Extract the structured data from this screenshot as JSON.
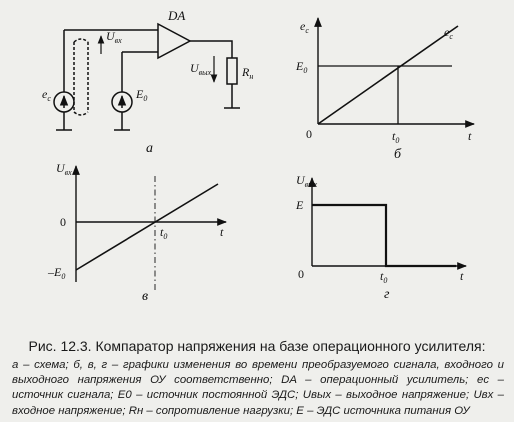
{
  "figure": {
    "circuit": {
      "panel_label": "а",
      "opamp_label": "DA",
      "u_in_label": "U",
      "u_in_sub": "вх",
      "u_out_label": "U",
      "u_out_sub": "вых",
      "load_label": "R",
      "load_sub": "н",
      "source_label": "e",
      "source_sub": "c",
      "emf_label": "E",
      "emf_sub": "0"
    },
    "graph_b": {
      "panel_label": "б",
      "y_label": "e",
      "y_sub": "c",
      "curve_label": "e",
      "curve_sub": "c",
      "level_label": "E",
      "level_sub": "0",
      "origin_label": "0",
      "x_label": "t",
      "t0_label": "t",
      "t0_sub": "0"
    },
    "graph_v": {
      "panel_label": "в",
      "y_label": "U",
      "y_sub": "вх",
      "origin_label": "0",
      "neg_label": "–E",
      "neg_sub": "0",
      "x_label": "t",
      "t0_label": "t",
      "t0_sub": "0"
    },
    "graph_g": {
      "panel_label": "г",
      "y_label": "U",
      "y_sub": "вых",
      "level_label": "E",
      "origin_label": "0",
      "x_label": "t",
      "t0_label": "t",
      "t0_sub": "0"
    }
  },
  "caption": {
    "title": "Рис. 12.3. Компаратор напряжения на базе операционного усилителя:",
    "body": "а – схема; б, в, г – графики изменения во времени преобразуемого сигнала, входного и выходного напряжения ОУ соответственно; DA – операционный усилитель; eс – источник сигнала; E0 – источник постоянной ЭДС; Uвых – выходное напряжение; Uвх – входное напряжение; Rн – сопротивление нагрузки; E – ЭДС источника питания ОУ"
  }
}
